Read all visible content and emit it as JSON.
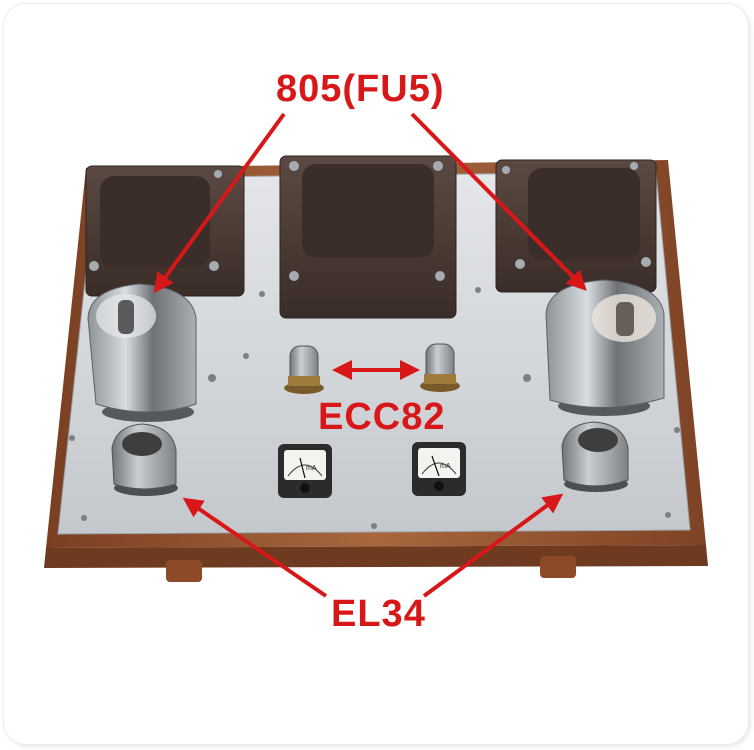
{
  "labels": {
    "power_tube": "805(FU5)",
    "driver_tube": "ECC82",
    "input_tube": "EL34"
  },
  "meter": {
    "unit": "mA"
  },
  "colors": {
    "label_red": "#d81818",
    "wood": "#9a5a34",
    "plate": "#d3d6da",
    "transformer": "#4a3a34"
  }
}
